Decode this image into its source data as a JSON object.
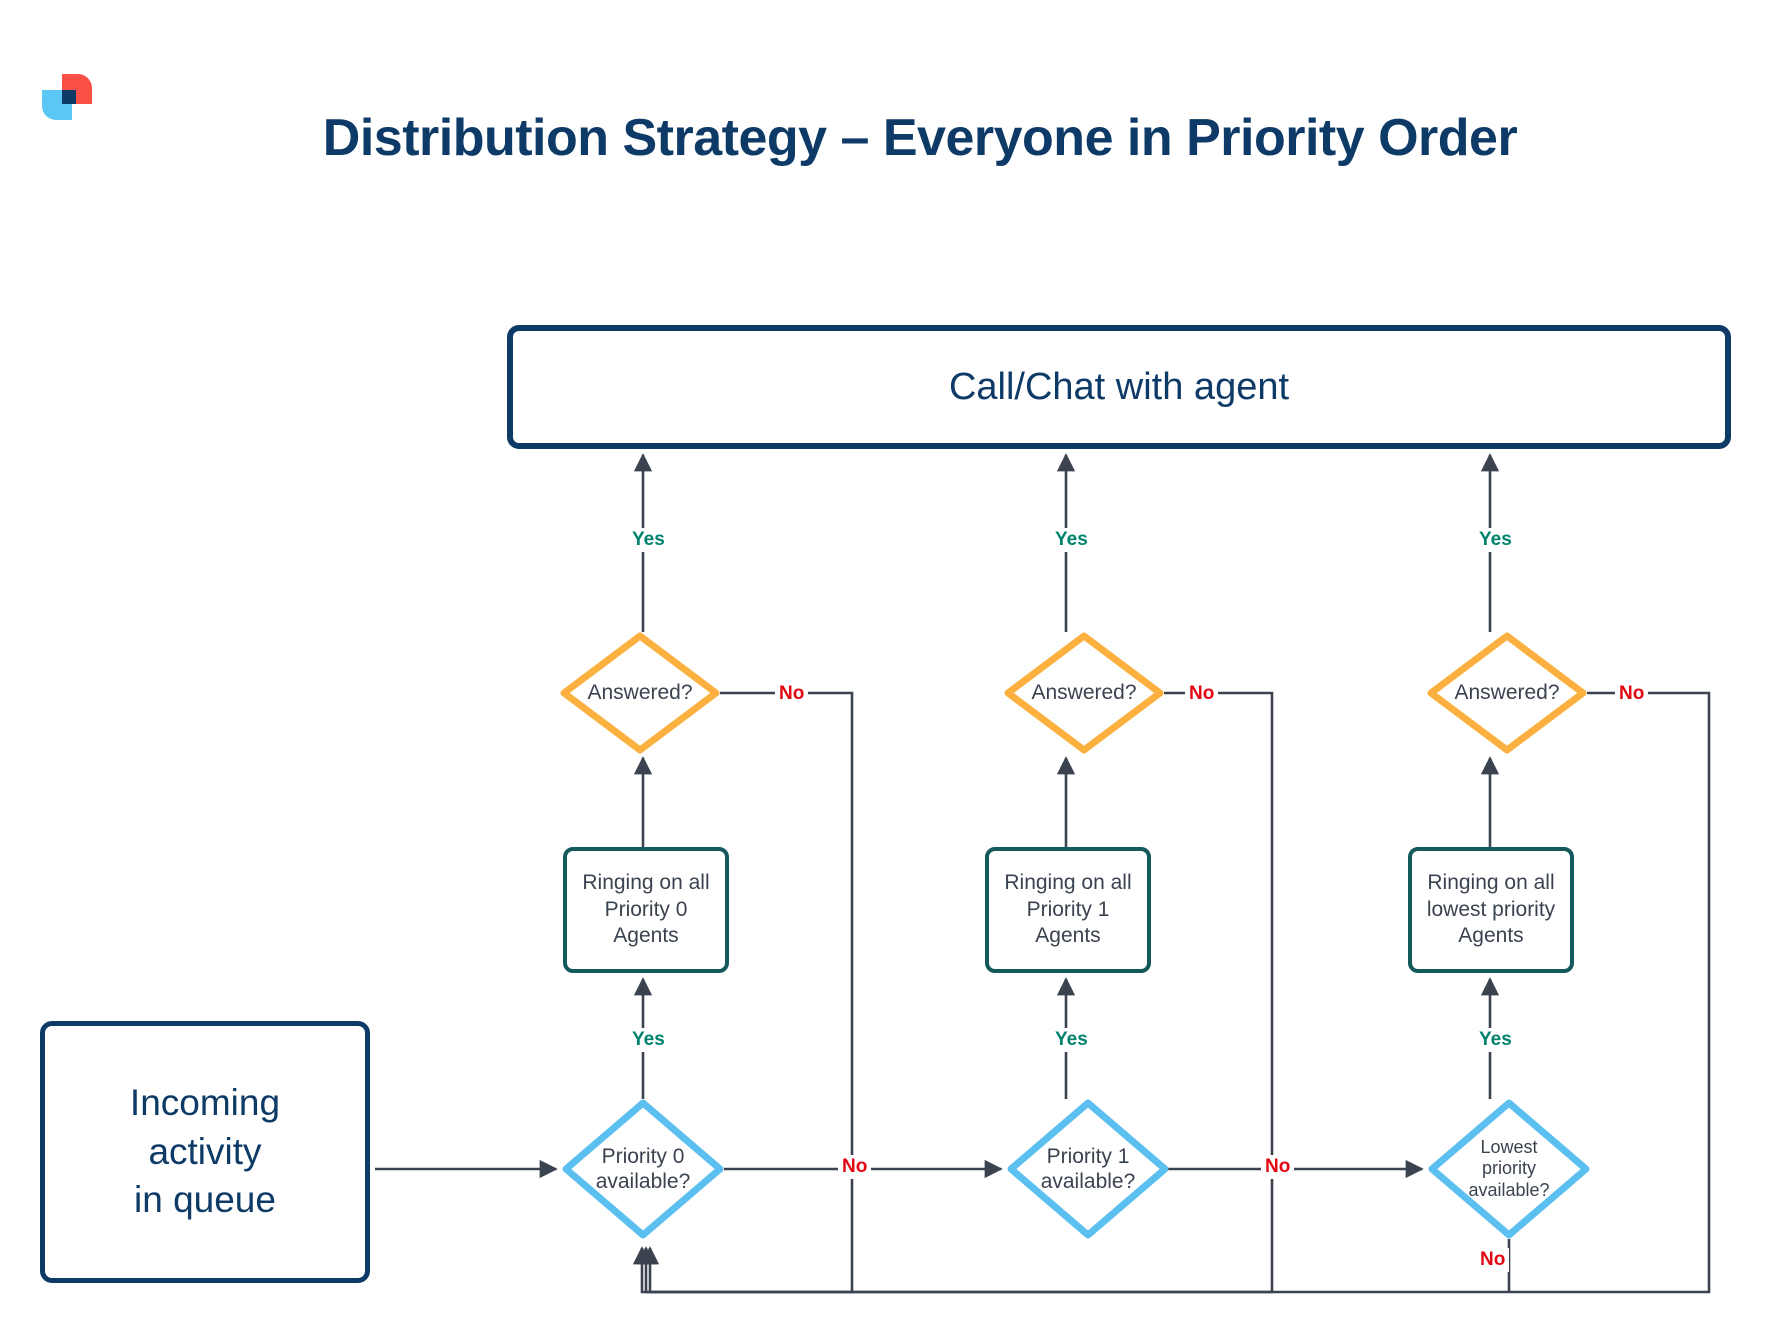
{
  "brand": {
    "logo_icon": "logo-mark-icon",
    "colors": {
      "navy": "#0d3a66",
      "coral": "#fb5046",
      "sky": "#5bc7f5",
      "teal_border": "#14595c",
      "amber": "#fbb040",
      "light_blue": "#5bc0f0",
      "yes_green": "#00836e",
      "no_red": "#e30613",
      "connector": "#3b4350"
    }
  },
  "header": {
    "title": "Distribution Strategy – Everyone in Priority Order"
  },
  "nodes": {
    "call_chat": {
      "label": "Call/Chat with agent"
    },
    "incoming": {
      "label": "Incoming\nactivity\nin queue"
    },
    "ringing": [
      {
        "id": "p0",
        "label": "Ringing on all\nPriority 0\nAgents"
      },
      {
        "id": "p1",
        "label": "Ringing on all\nPriority 1\nAgents"
      },
      {
        "id": "low",
        "label": "Ringing on all\nlowest priority\nAgents"
      }
    ],
    "answered": [
      {
        "id": "p0",
        "label": "Answered?"
      },
      {
        "id": "p1",
        "label": "Answered?"
      },
      {
        "id": "low",
        "label": "Answered?"
      }
    ],
    "available": [
      {
        "id": "p0",
        "label": "Priority 0\navailable?"
      },
      {
        "id": "p1",
        "label": "Priority 1\navailable?"
      },
      {
        "id": "low",
        "label": "Lowest\npriority\navailable?"
      }
    ]
  },
  "edges": {
    "answered_yes": [
      {
        "label": "Yes"
      },
      {
        "label": "Yes"
      },
      {
        "label": "Yes"
      }
    ],
    "answered_no": [
      {
        "label": "No"
      },
      {
        "label": "No"
      },
      {
        "label": "No"
      }
    ],
    "available_yes": [
      {
        "label": "Yes"
      },
      {
        "label": "Yes"
      },
      {
        "label": "Yes"
      }
    ],
    "available_no": [
      {
        "label": "No"
      },
      {
        "label": "No"
      },
      {
        "label": "No"
      }
    ]
  }
}
